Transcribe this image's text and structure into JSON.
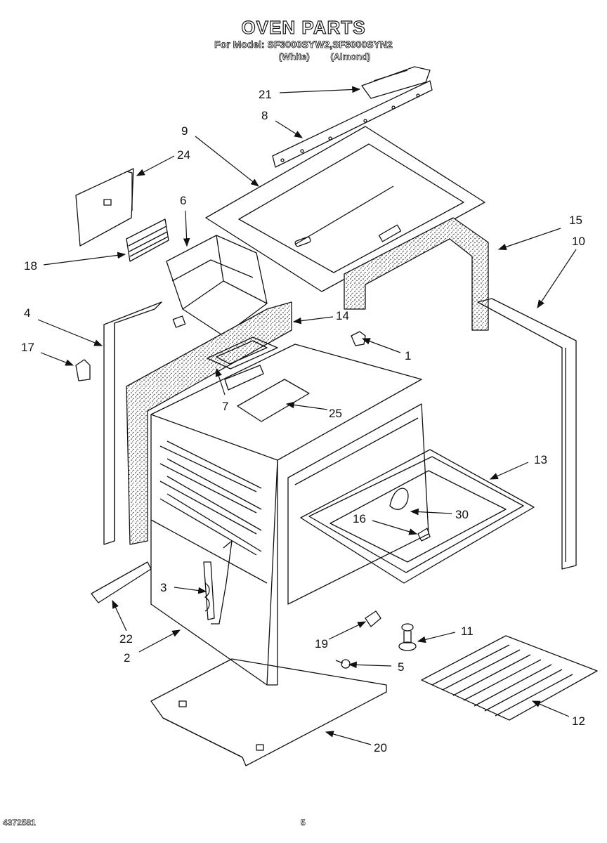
{
  "header": {
    "title": "OVEN PARTS",
    "model_line": "For Model: SF3000SYW2,SF3000SYN2",
    "variant_white": "(White)",
    "variant_almond": "(Almond)"
  },
  "callouts": {
    "c1": "1",
    "c2": "2",
    "c3": "3",
    "c4": "4",
    "c5": "5",
    "c6": "6",
    "c7": "7",
    "c8": "8",
    "c9": "9",
    "c10": "10",
    "c11": "11",
    "c12": "12",
    "c13": "13",
    "c14": "14",
    "c15": "15",
    "c16": "16",
    "c17": "17",
    "c18": "18",
    "c19": "19",
    "c20": "20",
    "c21": "21",
    "c22": "22",
    "c24": "24",
    "c25": "25",
    "c30": "30"
  },
  "footer": {
    "doc_number": "4372581",
    "page_number": "5"
  }
}
